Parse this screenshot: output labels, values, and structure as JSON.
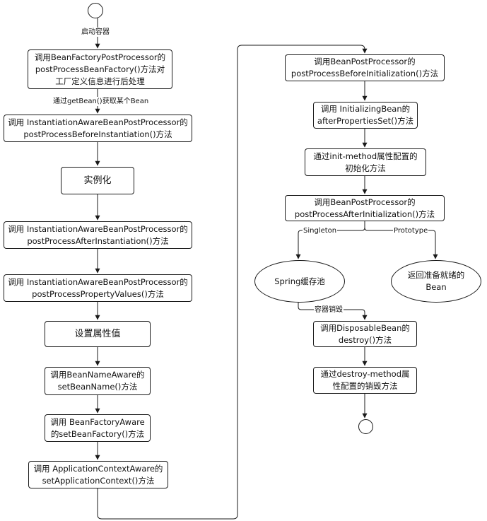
{
  "nodes": {
    "n1": {
      "lines": [
        "调用BeanFactoryPostProcessor的",
        "postProcessBeanFactory()方法对",
        "工厂定义信息进行后处理"
      ]
    },
    "n2": {
      "lines": [
        "调用 InstantiationAwareBeanPostProcessor的",
        "postProcessBeforeInstantiation()方法"
      ]
    },
    "n3": {
      "lines": [
        "实例化"
      ]
    },
    "n4": {
      "lines": [
        "调用 InstantiationAwareBeanPostProcessor的",
        "postProcessAfterInstantiation()方法"
      ]
    },
    "n5": {
      "lines": [
        "调用 InstantiationAwareBeanPostProcessor的",
        "postProcessPropertyValues()方法"
      ]
    },
    "n6": {
      "lines": [
        "设置属性值"
      ]
    },
    "n7": {
      "lines": [
        "调用BeanNameAware的",
        "setBeanName()方法"
      ]
    },
    "n8": {
      "lines": [
        "调用 BeanFactoryAware",
        "的setBeanFactory()方法"
      ]
    },
    "n9": {
      "lines": [
        "调用 ApplicationContextAware的",
        "setApplicationContext()方法"
      ]
    },
    "n10": {
      "lines": [
        "调用BeanPostProcessor的",
        "postProcessBeforeInitialization()方法"
      ]
    },
    "n11": {
      "lines": [
        "调用 InitializingBean的",
        "afterPropertiesSet()方法"
      ]
    },
    "n12": {
      "lines": [
        "通过init-method属性配置的",
        "初始化方法"
      ]
    },
    "n13": {
      "lines": [
        "调用BeanPostProcessor的",
        "postProcessAfterInitialization()方法"
      ]
    },
    "n14": {
      "lines": [
        "Spring缓存池"
      ]
    },
    "n15": {
      "lines": [
        "返回准备就绪的",
        "Bean"
      ]
    },
    "n16": {
      "lines": [
        "调用DisposableBean的",
        "destroy()方法"
      ]
    },
    "n17": {
      "lines": [
        "通过destroy-method属",
        "性配置的销毁方法"
      ]
    }
  },
  "edge_labels": {
    "start": "启动容器",
    "getbean": "通过getBean()获取某个Bean",
    "singleton": "Singleton",
    "prototype": "Prototype",
    "destroy": "容器销毁"
  }
}
